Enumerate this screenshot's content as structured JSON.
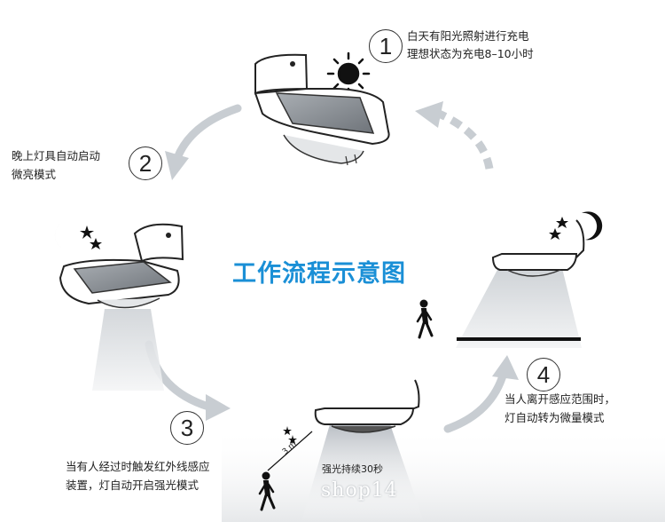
{
  "title": "工作流程示意图",
  "steps": [
    {
      "number": "1",
      "line1": "白天有阳光照射进行充电",
      "line2": "理想状态为充电8–10小时"
    },
    {
      "number": "2",
      "line1": "晚上灯具自动启动",
      "line2": "微亮模式"
    },
    {
      "number": "3",
      "line1": "当有人经过时触发红外线感应",
      "line2": "装置，灯自动开启强光模式"
    },
    {
      "number": "4",
      "line1": "当人离开感应范围时，",
      "line2": "灯自动转为微量模式"
    }
  ],
  "strong_light_label": "强光持续30秒",
  "distance_label": "3 m",
  "watermark": "shop14",
  "colors": {
    "accent": "#1a8fd6",
    "arrow": "#c8cdd2",
    "lamp_panel": "#8d9297"
  }
}
